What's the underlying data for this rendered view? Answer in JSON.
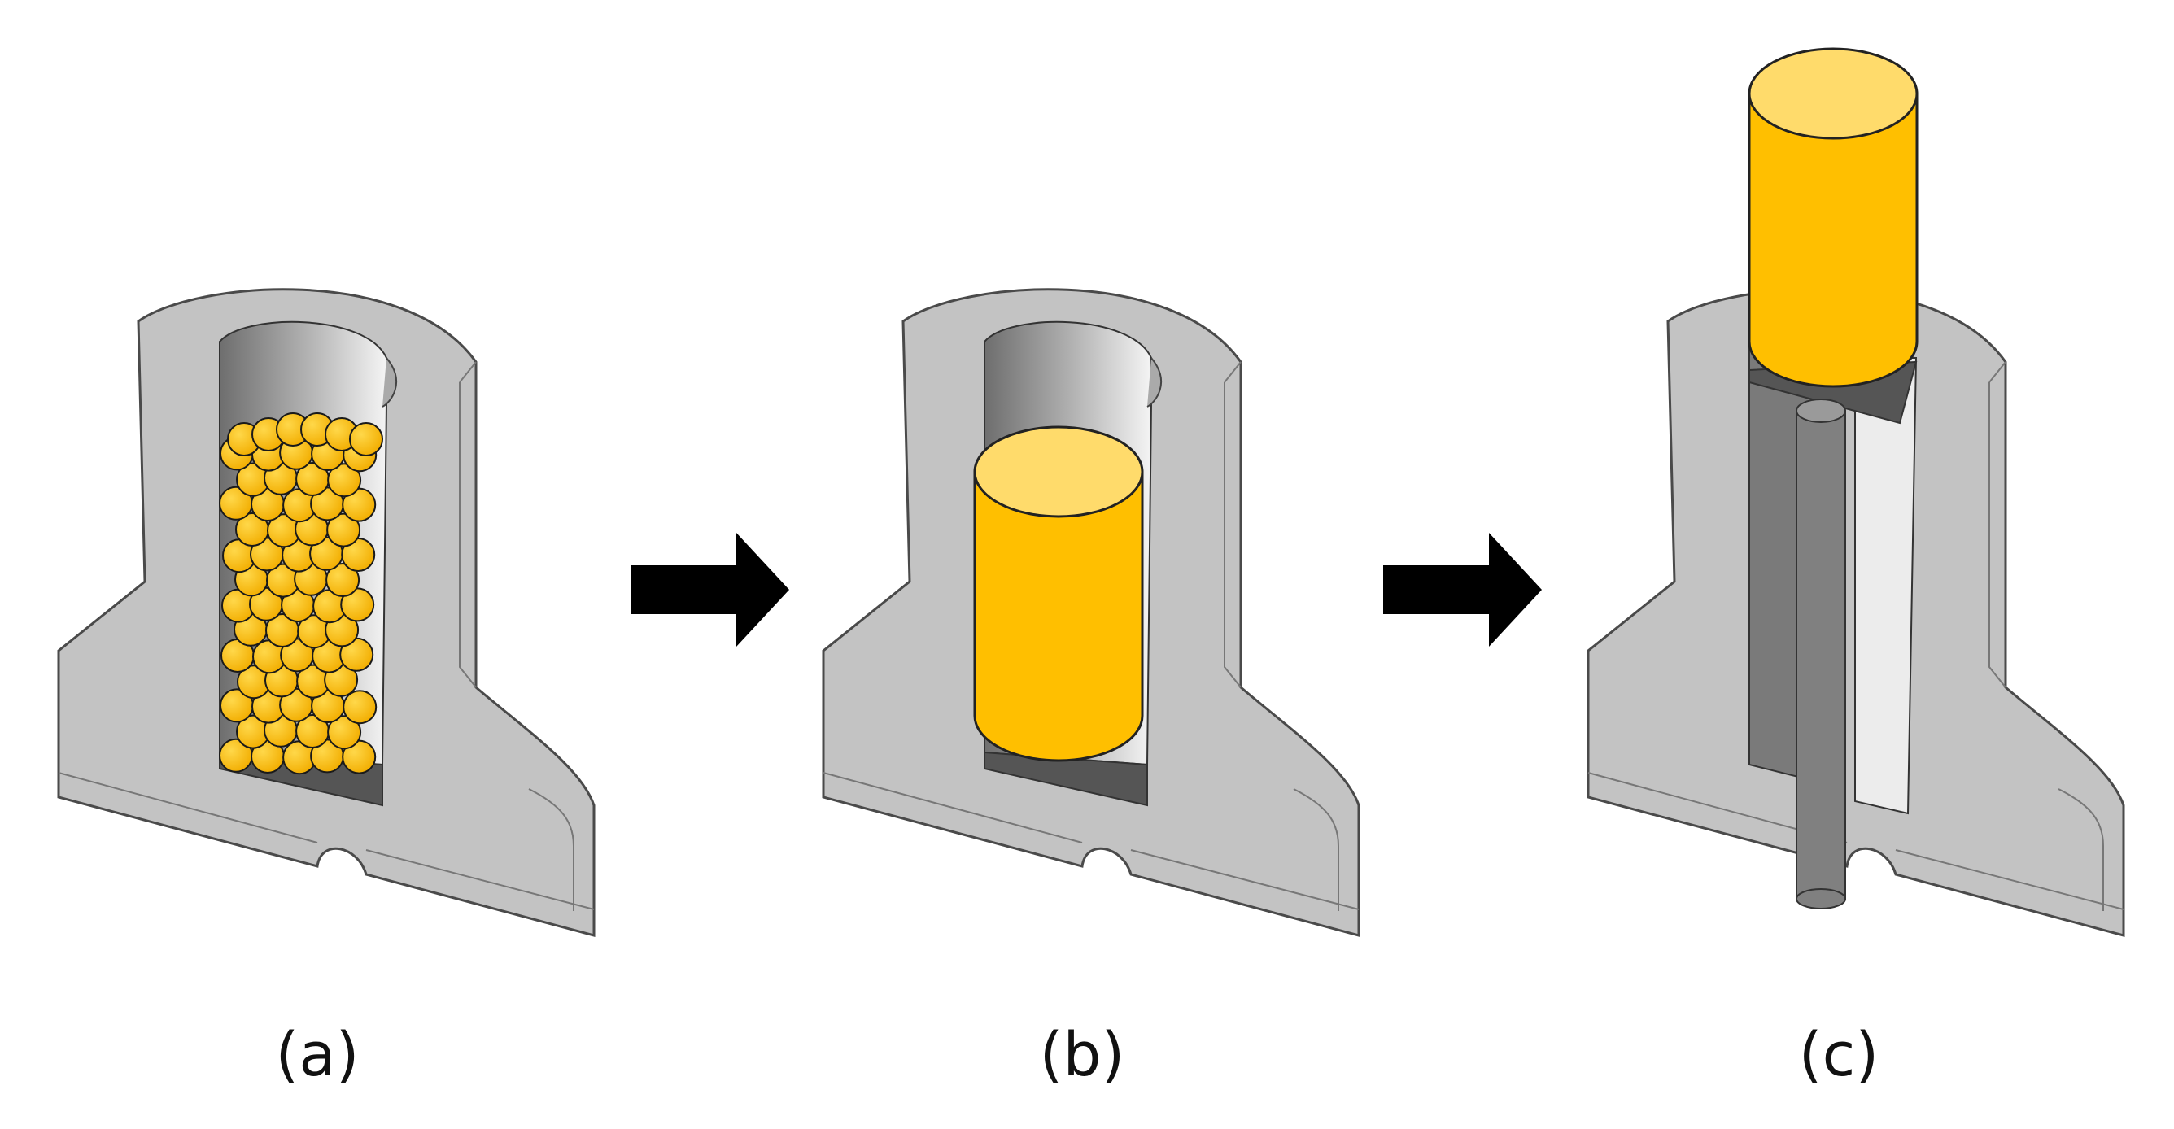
{
  "colors": {
    "mold": "#c3c3c3",
    "mold_stroke": "#4a4a4a",
    "bore_dark": "#7f7f7f",
    "bore_light": "#ececec",
    "gold": "#ffbf00",
    "gold_top": "#ffdb6b",
    "pin": "#808080",
    "arrow": "#000000"
  },
  "panels": [
    {
      "id": "a",
      "label": "(a)",
      "content": "yellow-spheres-in-mold"
    },
    {
      "id": "b",
      "label": "(b)",
      "content": "yellow-cylinder-in-mold"
    },
    {
      "id": "c",
      "label": "(c)",
      "content": "cylinder-ejected-by-pin"
    }
  ],
  "arrows": [
    {
      "from": "a",
      "to": "b",
      "icon": "right-arrow-icon"
    },
    {
      "from": "b",
      "to": "c",
      "icon": "right-arrow-icon"
    }
  ]
}
